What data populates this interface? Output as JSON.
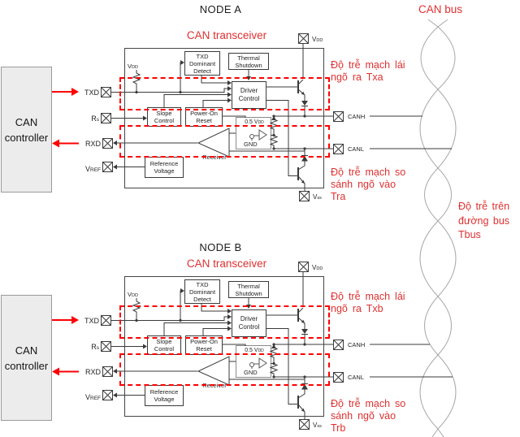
{
  "header": {
    "can_bus_title": "CAN bus"
  },
  "bus_delay_note": {
    "lines": [
      "Độ trễ trên",
      "đường bus",
      "Tbus"
    ]
  },
  "shared": {
    "controller": {
      "line1": "CAN",
      "line2": "controller"
    },
    "transceiver_title": "CAN transceiver",
    "pins": {
      "txd": {
        "main": "TXD",
        "sub": ""
      },
      "rs": {
        "main": "R",
        "sub": "s"
      },
      "rxd": {
        "main": "RXD",
        "sub": ""
      },
      "vref": {
        "main": "V",
        "sub": "REF"
      },
      "vdd": {
        "main": "V",
        "sub": "DD"
      },
      "vss": {
        "main": "V",
        "sub": "ss"
      },
      "canh": "CANH",
      "canl": "CANL",
      "vdd_internal_main": "V",
      "vdd_internal_sub": "DD"
    },
    "blocks": {
      "txd_dominant_detect": "TXD Dominant Detect",
      "thermal_shutdown": "Thermal Shutdown",
      "driver_control": "Driver Control",
      "slope_control": "Slope Control",
      "power_on_reset": "Power-On Reset",
      "reference_voltage": "Reference Voltage",
      "receiver": "Receiver",
      "half_vdd_main": "0.5 V",
      "half_vdd_sub": "DD",
      "gnd": "GND"
    }
  },
  "nodes": [
    {
      "title": "NODE A",
      "driver_delay_lines": [
        "Độ trễ mạch lái",
        "ngõ ra Txa"
      ],
      "comparator_delay_lines": [
        "Độ trễ mạch so",
        "sánh ngõ vào",
        "Tra"
      ]
    },
    {
      "title": "NODE B",
      "driver_delay_lines": [
        "Độ trễ mạch lái",
        "ngõ ra Txb"
      ],
      "comparator_delay_lines": [
        "Độ trễ mạch so",
        "sánh ngõ vào",
        "Trb"
      ]
    }
  ],
  "colors": {
    "annotation_red": "#e03030",
    "dashed_red": "#ff0000",
    "wire": "#3a3a3a",
    "bus_gray": "#a8a8a8"
  }
}
